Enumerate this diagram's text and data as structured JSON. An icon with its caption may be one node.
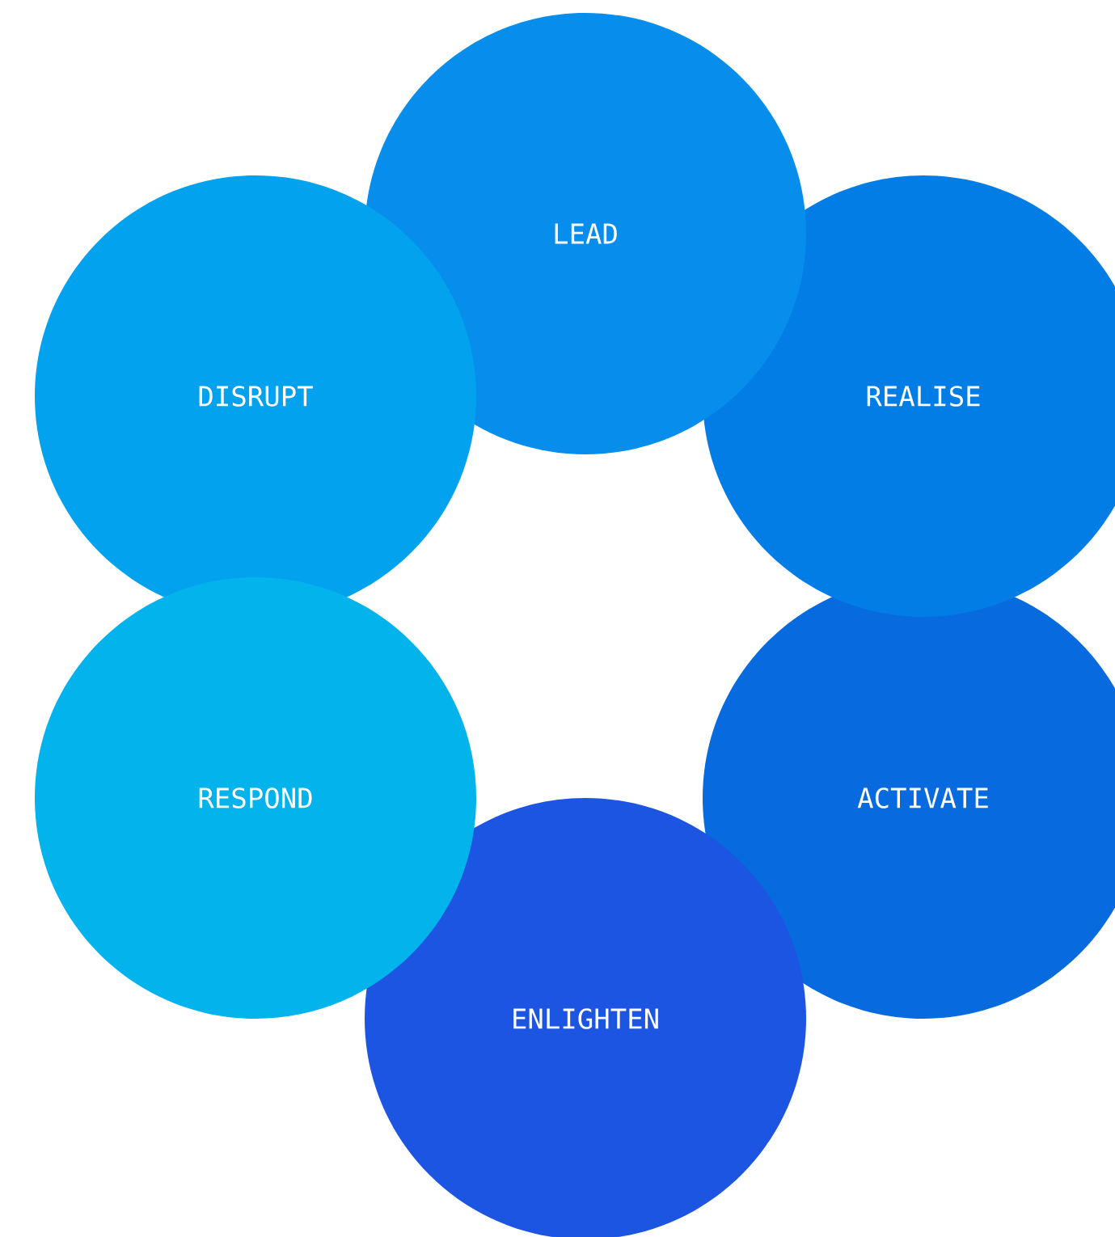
{
  "diagram": {
    "nodes": [
      {
        "text": [
          "LEAD"
        ]
      },
      {
        "text": [
          "DISRUPT"
        ]
      },
      {
        "text": [
          "REALISE"
        ]
      },
      {
        "text": [
          "RESPOND"
        ]
      },
      {
        "text": [
          "ACTIVATE"
        ]
      },
      {
        "text": [
          "ENLIGHTEN"
        ]
      }
    ]
  }
}
